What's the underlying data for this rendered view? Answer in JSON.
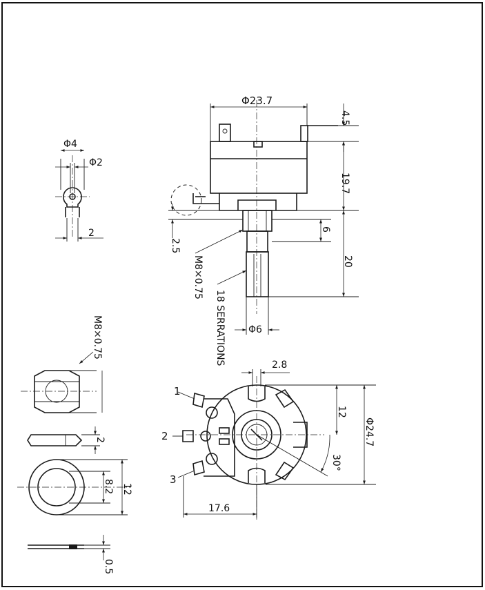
{
  "labels": {
    "phi4": "Φ4",
    "phi2": "Φ2",
    "two_lug": "2",
    "phi23_7": "Φ23.7",
    "dim4_5": "4.5",
    "dim19_7": "19.7",
    "dim6": "6",
    "dim20": "20",
    "dim2_5": "2.5",
    "m8_side": "M8×0.75",
    "serrations": "18 SERRATIONS",
    "phi6": "Φ6",
    "m8_nut": "M8×0.75",
    "nut_thick": "2",
    "washer_dia": "8.2",
    "washer_od": "12",
    "washer_thick": "0.5",
    "dim2_8": "2.8",
    "dim12": "12",
    "phi24_7": "Φ24.7",
    "angle30": "30°",
    "dim17_6": "17.6",
    "term1": "1",
    "term2": "2",
    "term3": "3"
  }
}
